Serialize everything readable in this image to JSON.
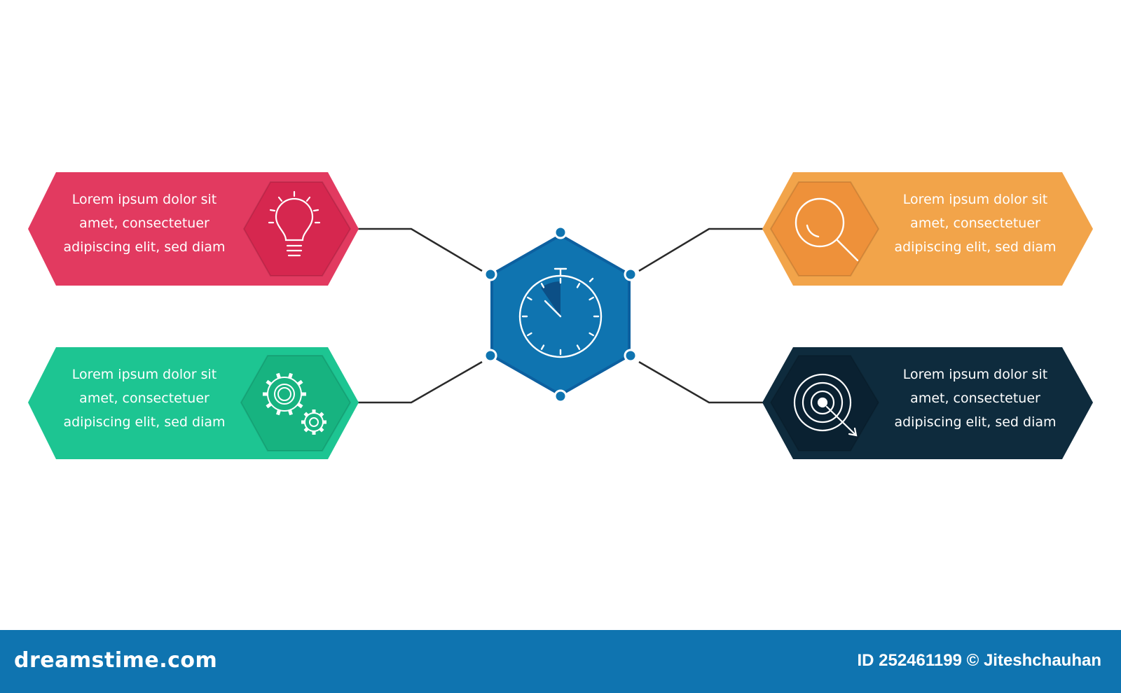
{
  "colors": {
    "red": "#e23a60",
    "red_dark": "#d6274f",
    "green": "#1dc592",
    "green_dark": "#17b380",
    "orange": "#f2a44a",
    "orange_dark": "#ee913a",
    "navy": "#0e2b3d",
    "navy_dark": "#0a2131",
    "center": "#0f74b0",
    "center_dark": "#0c60a0",
    "connector": "#2a2a2a",
    "footer": "#0f74b0"
  },
  "center": {
    "icon": "stopwatch-icon"
  },
  "cards": [
    {
      "id": "top-left",
      "icon": "lightbulb-icon",
      "lines": [
        "Lorem ipsum dolor sit",
        "amet, consectetuer",
        "adipiscing elit, sed diam"
      ]
    },
    {
      "id": "bottom-left",
      "icon": "gears-icon",
      "lines": [
        "Lorem ipsum dolor sit",
        "amet, consectetuer",
        "adipiscing elit, sed diam"
      ]
    },
    {
      "id": "top-right",
      "icon": "search-icon",
      "lines": [
        "Lorem ipsum dolor sit",
        "amet, consectetuer",
        "adipiscing elit, sed diam"
      ]
    },
    {
      "id": "bottom-right",
      "icon": "target-icon",
      "lines": [
        "Lorem ipsum dolor sit",
        "amet, consectetuer",
        "adipiscing elit, sed diam"
      ]
    }
  ],
  "footer": {
    "logo": "dreamstime.com",
    "credit": "ID 252461199 © Jiteshchauhan"
  }
}
